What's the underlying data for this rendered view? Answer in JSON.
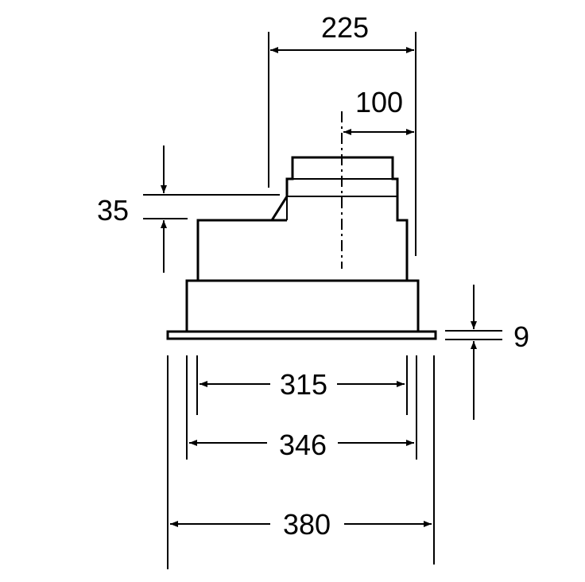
{
  "dimensions": {
    "width_total": "225",
    "offset_center": "100",
    "collar_height": "35",
    "flange_thickness": "9",
    "inner_width": "315",
    "body_width": "346",
    "flange_width": "380"
  }
}
